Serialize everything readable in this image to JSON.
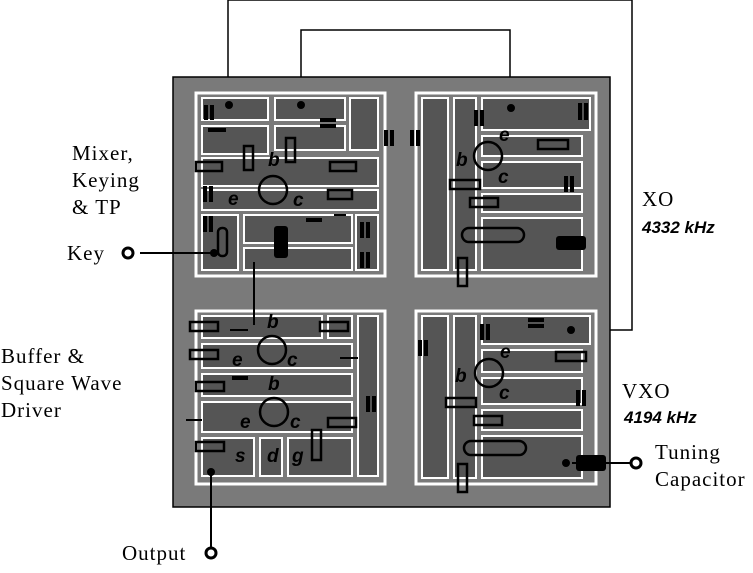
{
  "labels": {
    "mixer": [
      "Mixer,",
      "Keying",
      "& TP"
    ],
    "key": "Key",
    "buffer": [
      "Buffer &",
      "Square Wave",
      "Driver"
    ],
    "xo": "XO",
    "xo_freq": "4332 kHz",
    "vxo": "VXO",
    "vxo_freq": "4194 kHz",
    "tuning": [
      "Tuning",
      "Capacitor"
    ],
    "output": "Output"
  },
  "transistor_pins": {
    "base": "b",
    "collector": "c",
    "emitter": "e"
  },
  "fet_pins": {
    "source": "s",
    "drain": "d",
    "gate": "g"
  },
  "colors": {
    "board": "#7a7a7a",
    "pad": "#555555",
    "trace": "#ffffff",
    "ink": "#000000"
  }
}
